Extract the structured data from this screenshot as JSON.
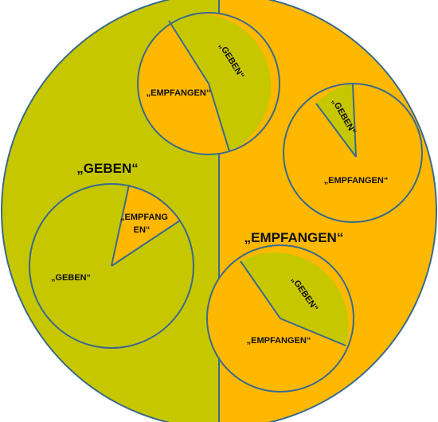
{
  "colors": {
    "geben": "#c7c700",
    "empfangen": "#ffb800",
    "outline": "#3a6a8a",
    "background": "#ffffff"
  },
  "labels": {
    "main_geben": "„GEBEN“",
    "main_empfangen": "„EMPFANGEN“",
    "top_geben": "„GEBEN“",
    "top_empfangen": "„EMPFANGEN“",
    "right_geben": "„GEBEN“",
    "right_empfangen": "„EMPFANGEN“",
    "left_empfang_line1": "„EMPFANG",
    "left_empfang_line2": "EN“",
    "left_geben": "„GEBEN“",
    "bottom_geben": "„GEBEN“",
    "bottom_empfangen": "„EMPFANGEN“"
  }
}
